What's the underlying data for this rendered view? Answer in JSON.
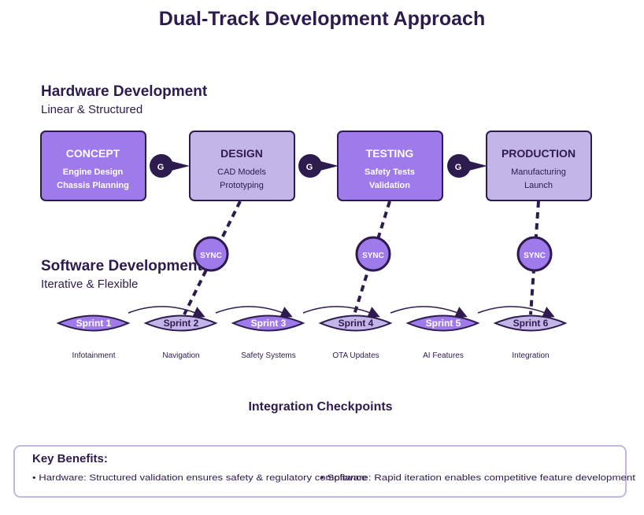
{
  "title": "Dual-Track Development Approach",
  "hardware": {
    "heading": "Hardware Development",
    "subheading": "Linear & Structured",
    "phases": [
      {
        "name": "CONCEPT",
        "lines": [
          "Engine Design",
          "Chassis Planning"
        ],
        "fill": "#9f7aea",
        "text_color": "#ffffff"
      },
      {
        "name": "DESIGN",
        "lines": [
          "CAD Models",
          "Prototyping"
        ],
        "fill": "#c4b5e8",
        "text_color": "#2d1b4e"
      },
      {
        "name": "TESTING",
        "lines": [
          "Safety Tests",
          "Validation"
        ],
        "fill": "#9f7aea",
        "text_color": "#ffffff"
      },
      {
        "name": "PRODUCTION",
        "lines": [
          "Manufacturing",
          "Launch"
        ],
        "fill": "#c4b5e8",
        "text_color": "#2d1b4e"
      }
    ],
    "gates": [
      "G",
      "G",
      "G"
    ]
  },
  "software": {
    "heading": "Software Development",
    "subheading": "Iterative & Flexible",
    "sprints": [
      {
        "label": "Sprint 1",
        "feature": "Infotainment",
        "fill": "#9f7aea",
        "text_color": "#ffffff"
      },
      {
        "label": "Sprint 2",
        "feature": "Navigation",
        "fill": "#c4b5e8",
        "text_color": "#2d1b4e"
      },
      {
        "label": "Sprint 3",
        "feature": "Safety Systems",
        "fill": "#9f7aea",
        "text_color": "#ffffff"
      },
      {
        "label": "Sprint 4",
        "feature": "OTA Updates",
        "fill": "#c4b5e8",
        "text_color": "#2d1b4e"
      },
      {
        "label": "Sprint 5",
        "feature": "AI Features",
        "fill": "#9f7aea",
        "text_color": "#ffffff"
      },
      {
        "label": "Sprint 6",
        "feature": "Integration",
        "fill": "#c4b5e8",
        "text_color": "#2d1b4e"
      }
    ]
  },
  "sync_label": "SYNC",
  "checkpoints_heading": "Integration Checkpoints",
  "benefits": {
    "heading": "Key Benefits:",
    "hardware_text": "• Hardware: Structured validation ensures safety & regulatory compliance",
    "software_text": "• Software: Rapid iteration enables competitive feature development"
  },
  "colors": {
    "dark": "#2d1b4e",
    "primary": "#9f7aea",
    "light": "#c4b5e8",
    "border": "#c4b5e8"
  }
}
